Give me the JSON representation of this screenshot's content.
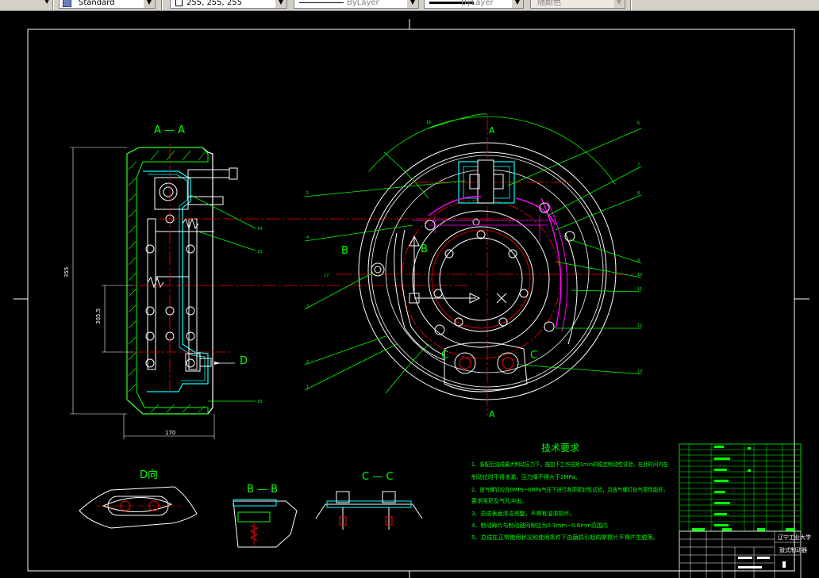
{
  "toolbar": {
    "left_dropdown_icon": "chevron-down-icon",
    "text_style": "Standard",
    "color": "255, 255, 255",
    "linetype": "ByLayer",
    "lineweight": "ByLayer",
    "plot_style": "随颜色"
  },
  "drawing": {
    "views": {
      "section_aa_label": "A — A",
      "view_d_label": "D向",
      "section_bb_label": "B — B",
      "section_cc_label": "C — C"
    },
    "dim_height": "355",
    "dim_inner": "305.5",
    "dim_width": "170",
    "marker_d": "D",
    "marker_a_top": "A",
    "marker_a_bottom": "A",
    "marker_b_left": "B",
    "marker_b_right": "B",
    "marker_c_left": "C",
    "marker_c_right": "C",
    "tech_title": "技术要求",
    "tech_notes": [
      "1、装配后油成最大制动压力下，施加下工作扭矩1min的稳定制动性试验，在此时间内在",
      "制动位时不得渗漏，压力降不得大于2MPa。",
      "2、放气螺钉应在0MPa~6MPa气压下进行各项密封性试验，且放气螺钉处气密性能好。",
      "要求阻尼及气孔冲出。",
      "3、总成表面清洁完整，不得有油漆损坏。",
      "4、制动蹄片与制动鼓间隙应为0.3mm~0.6mm范围内",
      "5、总成在正常使用状况和使用条件下由磨损引起的摩擦片不得产生脱落。"
    ],
    "title_block": {
      "school": "辽宁工业大学",
      "drawing_name": "鼓式制动器"
    },
    "colors": {
      "green": "#00ff00",
      "red": "#ff0000",
      "white": "#ffffff",
      "magenta": "#ff00ff",
      "cyan": "#00ffff",
      "yellow": "#ffff00"
    }
  }
}
